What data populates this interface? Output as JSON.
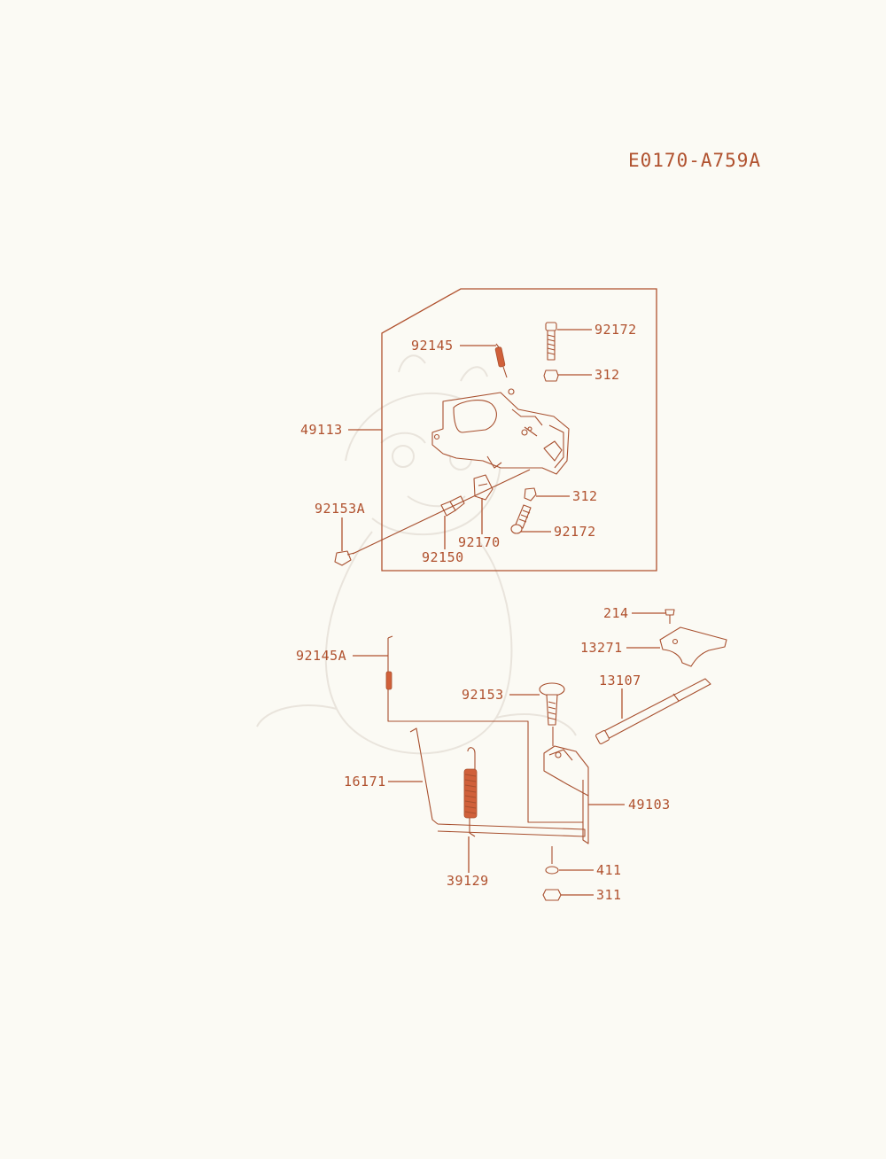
{
  "diagram_id": "E0170-A759A",
  "colors": {
    "background": "#fbfaf4",
    "ink": "#b0512e",
    "spring_fill": "#d0603a"
  },
  "callouts": {
    "c92145": "92145",
    "c92172_top": "92172",
    "c312_top": "312",
    "c49113": "49113",
    "c312_mid": "312",
    "c92153A": "92153A",
    "c92170": "92170",
    "c92172_low": "92172",
    "c92150": "92150",
    "c214": "214",
    "c13271": "13271",
    "c92145A": "92145A",
    "c13107": "13107",
    "c92153": "92153",
    "c16171": "16171",
    "c49103": "49103",
    "c411": "411",
    "c39129": "39129",
    "c311": "311"
  }
}
